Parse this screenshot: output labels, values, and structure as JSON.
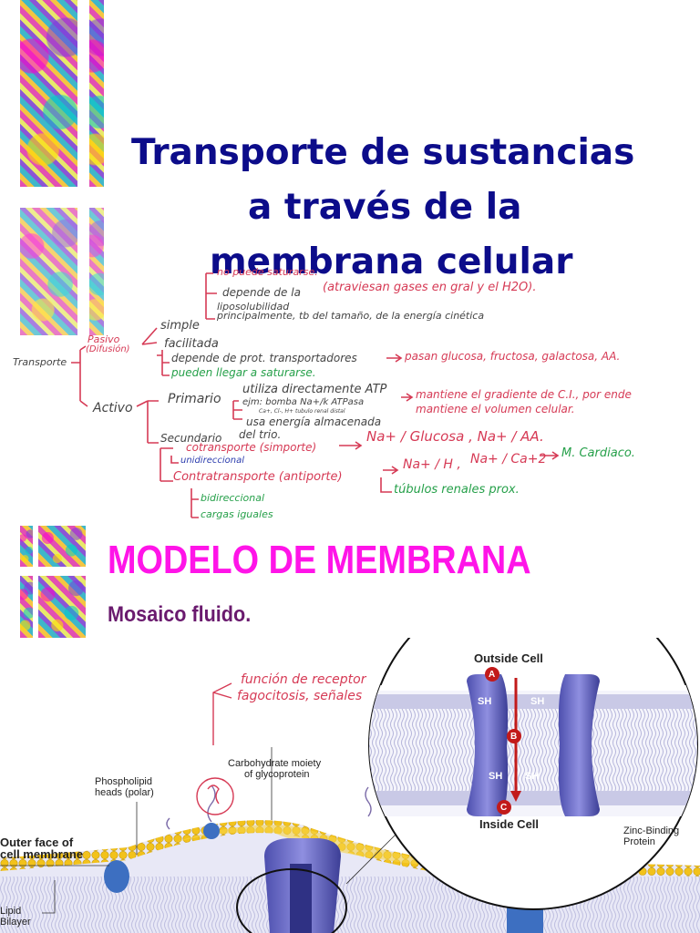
{
  "slide_title": {
    "line1": "Transporte de sustancias",
    "line2": "a través de la",
    "line3": "membrana celular"
  },
  "notes": {
    "transporte": "Transporte",
    "pasivo": "Pasivo",
    "difusion": "(Difusión)",
    "activo": "Activo",
    "simple": "simple",
    "facilitada": "facilitada",
    "no_saturarse": "no puede saturarse.",
    "depende_de_la": "depende de la",
    "atraviesan": "(atraviesan gases en gral y el H2O).",
    "liposolubilidad": "liposolubilidad",
    "principalmente": "principalmente, tb del tamaño, de la energía cinética",
    "depende_prot": "depende de prot. transportadores",
    "pasan_glucosa": "pasan glucosa, fructosa, galactosa, AA.",
    "pueden_saturarse": "pueden llegar a saturarse.",
    "primario": "Primario",
    "utiliza_atp": "utiliza directamente ATP",
    "ejm_bomba": "ejm: bomba Na+/k ATPasa",
    "ejm_small": "Ca+, Cl-, H+ tubulo renal distal",
    "mantiene_gradiente": "mantiene el gradiente de C.I., por ende",
    "mantiene_volumen": "mantiene el volumen celular.",
    "secundario": "Secundario",
    "usa_energia": "usa energía almacenada",
    "del_trio": "del trio.",
    "na_glucosa": "Na+ / Glucosa , Na+ / AA.",
    "cotransporte": "cotransporte (simporte)",
    "unidireccional": "unidireccional",
    "contratransporte": "Contratransporte (antiporte)",
    "na_h": "Na+ / H ,",
    "na_ca": "Na+ / Ca+2",
    "m_cardiaco": "M. Cardiaco.",
    "tubulos": "túbulos renales prox.",
    "bidireccional": "bidireccional",
    "cargas": "cargas iguales"
  },
  "section": {
    "heading": "MODELO DE MEMBRANA",
    "subheading": "Mosaico fluido."
  },
  "diagram": {
    "note_receptor": "función de receptor",
    "note_fagocitosis": "fagocitosis, señales",
    "outside_cell": "Outside Cell",
    "inside_cell": "Inside Cell",
    "zn": "Zn++",
    "sh": "SH",
    "marker_a": "A",
    "marker_b": "B",
    "marker_c": "C",
    "carbohydrate_line1": "Carbohydrate moiety",
    "carbohydrate_line2": "of glycoprotein",
    "phospholipid_line1": "Phospholipid",
    "phospholipid_line2": "heads (polar)",
    "outer_face_line1": "Outer face of",
    "outer_face_line2": "cell membrane",
    "lipid_line1": "Lipid",
    "lipid_line2": "Bilayer",
    "zinc_line1": "Zinc-Binding",
    "zinc_line2": "Protein"
  },
  "colors": {
    "title": "#0c0c8a",
    "heading": "#ff14e8",
    "subheading": "#6a1a6e",
    "ink_red": "#d63a55",
    "ink_blue": "#2b3cae",
    "ink_green": "#26a04a"
  }
}
